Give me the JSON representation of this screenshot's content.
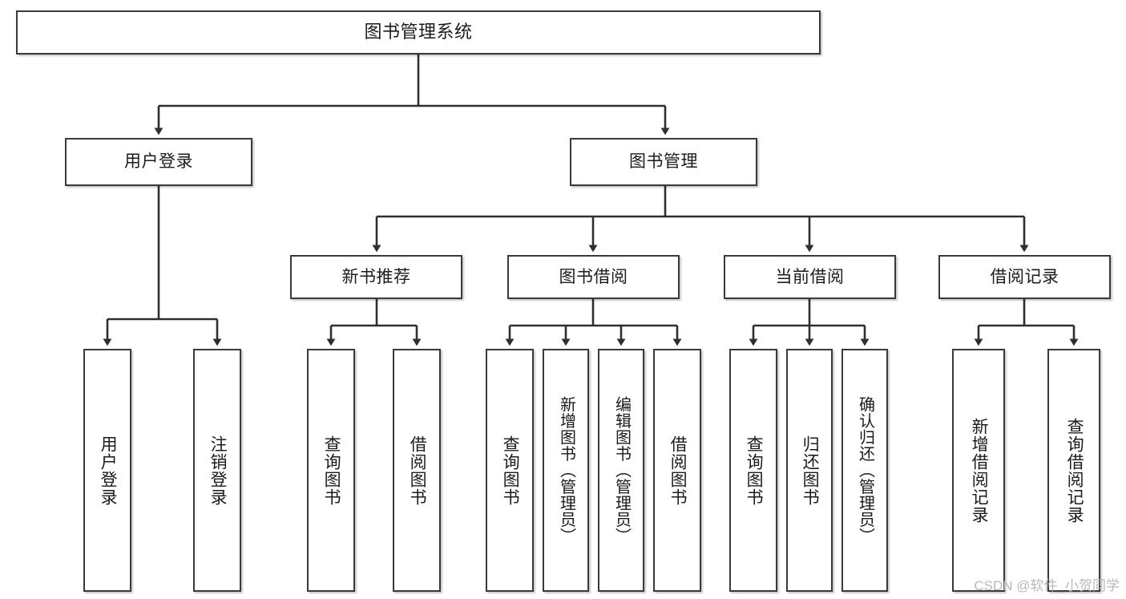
{
  "diagram": {
    "title": "图书管理系统",
    "watermark": "CSDN @软件_小贺同学",
    "colors": {
      "box_border": "#3a3a3a",
      "box_fill": "#ffffff",
      "connector": "#2f2f2f",
      "text": "#1b1b1b",
      "watermark": "#b9b9b9",
      "background": "#ffffff"
    },
    "root": {
      "label": "图书管理系统"
    },
    "branches": [
      {
        "label": "用户登录"
      },
      {
        "label": "图书管理"
      }
    ],
    "subbranches": [
      {
        "label": "新书推荐"
      },
      {
        "label": "图书借阅"
      },
      {
        "label": "当前借阅"
      },
      {
        "label": "借阅记录"
      }
    ],
    "leaves": {
      "user_login": [
        {
          "label": "用户登录"
        },
        {
          "label": "注销登录"
        }
      ],
      "new_book": [
        {
          "label": "查询图书"
        },
        {
          "label": "借阅图书"
        }
      ],
      "borrow": [
        {
          "label": "查询图书"
        },
        {
          "label": "新增图书（管理员）"
        },
        {
          "label": "编辑图书（管理员）"
        },
        {
          "label": "借阅图书"
        }
      ],
      "current": [
        {
          "label": "查询图书"
        },
        {
          "label": "归还图书"
        },
        {
          "label": "确认归还（管理员）"
        }
      ],
      "records": [
        {
          "label": "新增借阅记录"
        },
        {
          "label": "查询借阅记录"
        }
      ]
    }
  }
}
